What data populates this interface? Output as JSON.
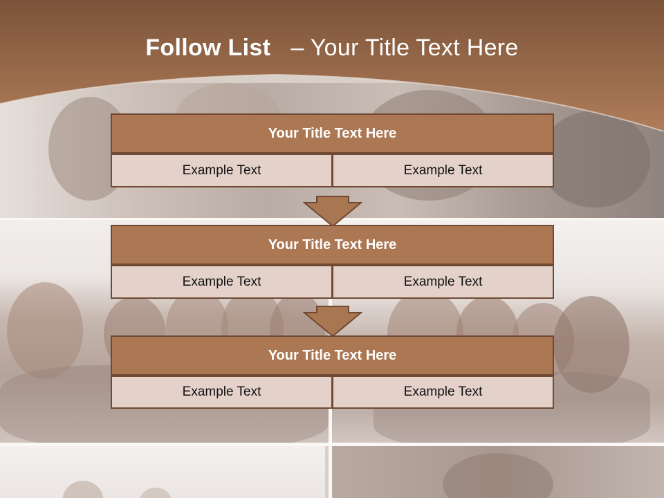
{
  "slide": {
    "title_bold": "Follow List",
    "title_rest": "– Your Title Text Here"
  },
  "groups": [
    {
      "title": "Your Title Text Here",
      "left": "Example Text",
      "right": "Example Text"
    },
    {
      "title": "Your Title Text Here",
      "left": "Example Text",
      "right": "Example Text"
    },
    {
      "title": "Your Title Text Here",
      "left": "Example Text",
      "right": "Example Text"
    }
  ],
  "colors": {
    "header_brown": "#7b5339",
    "title_box": "#ac7753",
    "cell_fill": "#e4d1ca",
    "border": "#6f4933",
    "arrow": "#a97652"
  }
}
